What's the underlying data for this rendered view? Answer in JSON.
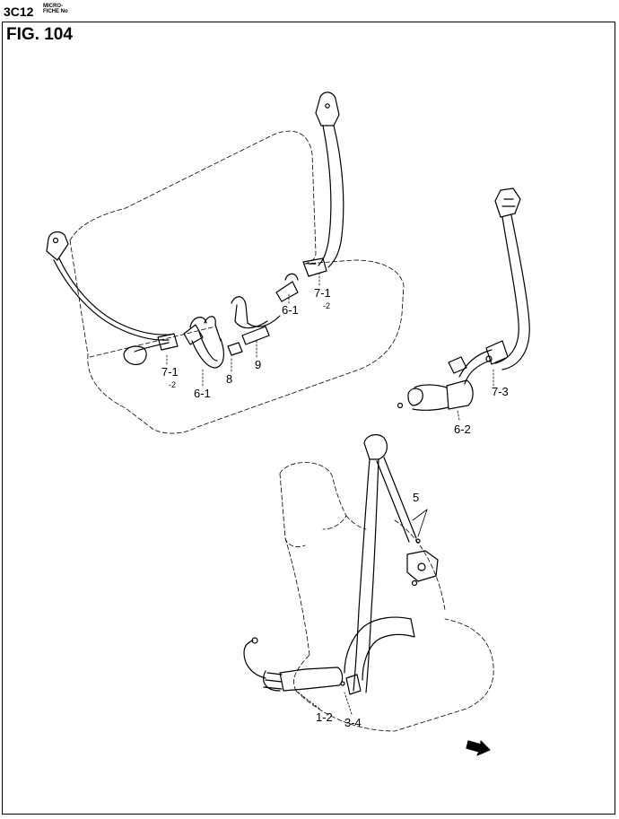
{
  "header": {
    "code": "3C12",
    "microfiche_line1": "MICRO-",
    "microfiche_line2": "FICHE No"
  },
  "figure": {
    "title": "FIG. 104"
  },
  "callouts": {
    "c71_rear_left": {
      "main": "7-1",
      "sub": "-2"
    },
    "c61_left": {
      "main": "6-1"
    },
    "c8": {
      "main": "8"
    },
    "c9": {
      "main": "9"
    },
    "c61_center": {
      "main": "6-1"
    },
    "c71_rear_right": {
      "main": "7-1",
      "sub": "-2"
    },
    "c73": {
      "main": "7-3"
    },
    "c62": {
      "main": "6-2"
    },
    "c5": {
      "main": "5"
    },
    "c12": {
      "main": "1-2"
    },
    "c34": {
      "main": "3-4"
    }
  },
  "colors": {
    "line": "#000000",
    "background": "#ffffff"
  },
  "icons": {
    "front_arrow": "front-direction-arrow-icon"
  }
}
